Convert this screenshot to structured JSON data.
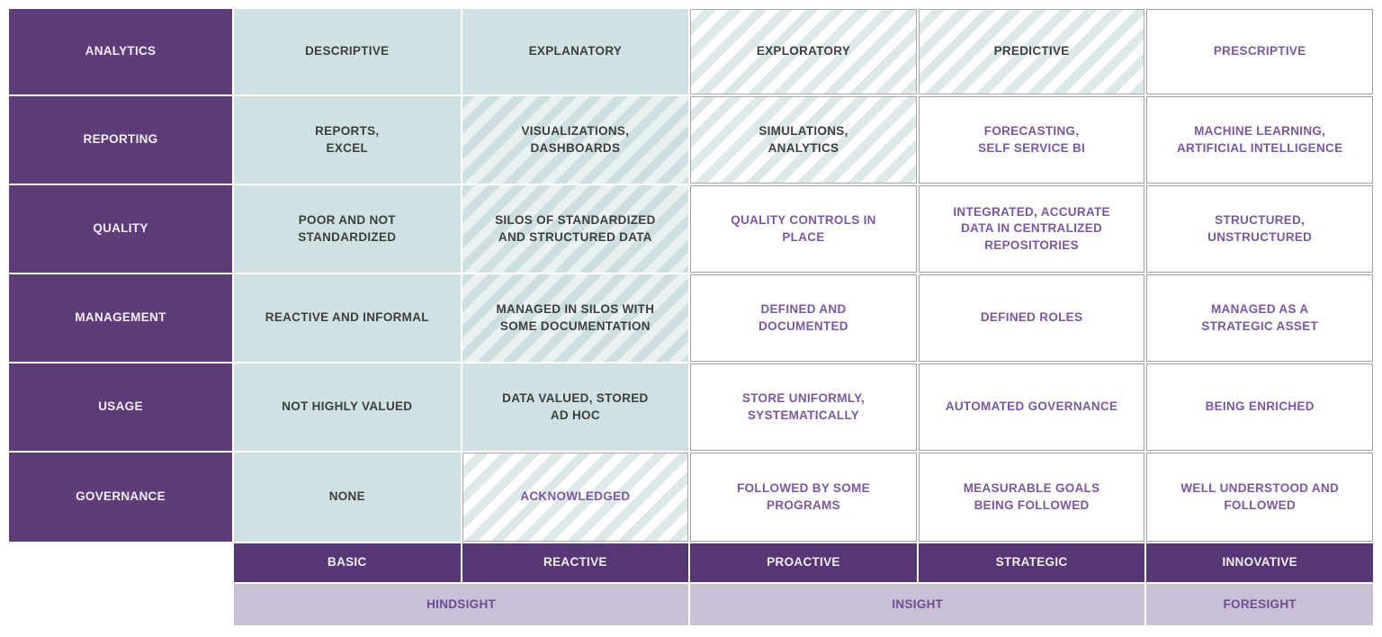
{
  "title": "Data maturity matrix",
  "colors": {
    "header_purple": "#5e3c77",
    "level_purple": "#573773",
    "horizon_lavender": "#c9c0d5",
    "solid_teal": "#cfe1e2",
    "stripe_teal_a": "#cddfe0",
    "stripe_teal_b": "#e9f1f1",
    "stripe_light_a": "#ffffff",
    "stripe_light_b": "#dde8e8",
    "dark_text": "#3c3f40",
    "purple_text": "#7a58a3",
    "white_text": "#f2edf7",
    "cell_border": "#a0a0a0"
  },
  "matrix": {
    "rows": [
      {
        "header": "ANALYTICS",
        "cells": [
          {
            "text": "DESCRIPTIVE",
            "bg": "teal",
            "fg": "dark"
          },
          {
            "text": "EXPLANATORY",
            "bg": "teal",
            "fg": "dark"
          },
          {
            "text": "EXPLORATORY",
            "bg": "stripe-light",
            "fg": "dark"
          },
          {
            "text": "PREDICTIVE",
            "bg": "stripe-light",
            "fg": "dark"
          },
          {
            "text": "PRESCRIPTIVE",
            "bg": "white",
            "fg": "purple"
          }
        ]
      },
      {
        "header": "REPORTING",
        "cells": [
          {
            "text": "REPORTS,\nEXCEL",
            "bg": "teal",
            "fg": "dark"
          },
          {
            "text": "VISUALIZATIONS,\nDASHBOARDS",
            "bg": "stripe-teal",
            "fg": "dark"
          },
          {
            "text": "SIMULATIONS,\nANALYTICS",
            "bg": "stripe-light",
            "fg": "dark"
          },
          {
            "text": "FORECASTING,\nSELF SERVICE BI",
            "bg": "white",
            "fg": "purple"
          },
          {
            "text": "MACHINE LEARNING,\nARTIFICIAL INTELLIGENCE",
            "bg": "white",
            "fg": "purple"
          }
        ]
      },
      {
        "header": "QUALITY",
        "cells": [
          {
            "text": "POOR AND NOT\nSTANDARDIZED",
            "bg": "teal",
            "fg": "dark"
          },
          {
            "text": "SILOS OF STANDARDIZED\nAND STRUCTURED DATA",
            "bg": "stripe-teal",
            "fg": "dark"
          },
          {
            "text": "QUALITY CONTROLS IN\nPLACE",
            "bg": "white",
            "fg": "purple"
          },
          {
            "text": "INTEGRATED, ACCURATE\nDATA IN CENTRALIZED\nREPOSITORIES",
            "bg": "white",
            "fg": "purple"
          },
          {
            "text": "STRUCTURED,\nUNSTRUCTURED",
            "bg": "white",
            "fg": "purple"
          }
        ]
      },
      {
        "header": "MANAGEMENT",
        "cells": [
          {
            "text": "REACTIVE AND INFORMAL",
            "bg": "teal",
            "fg": "dark"
          },
          {
            "text": "MANAGED IN SILOS WITH\nSOME DOCUMENTATION",
            "bg": "stripe-teal",
            "fg": "dark"
          },
          {
            "text": "DEFINED AND\nDOCUMENTED",
            "bg": "white",
            "fg": "purple"
          },
          {
            "text": "DEFINED ROLES",
            "bg": "white",
            "fg": "purple"
          },
          {
            "text": "MANAGED AS A\nSTRATEGIC ASSET",
            "bg": "white",
            "fg": "purple"
          }
        ]
      },
      {
        "header": "USAGE",
        "cells": [
          {
            "text": "NOT HIGHLY VALUED",
            "bg": "teal",
            "fg": "dark"
          },
          {
            "text": "DATA VALUED, STORED\nAD HOC",
            "bg": "teal",
            "fg": "dark"
          },
          {
            "text": "STORE UNIFORMLY,\nSYSTEMATICALLY",
            "bg": "white",
            "fg": "purple"
          },
          {
            "text": "AUTOMATED GOVERNANCE",
            "bg": "white",
            "fg": "purple"
          },
          {
            "text": "BEING ENRICHED",
            "bg": "white",
            "fg": "purple"
          }
        ]
      },
      {
        "header": "GOVERNANCE",
        "cells": [
          {
            "text": "NONE",
            "bg": "teal",
            "fg": "dark"
          },
          {
            "text": "ACKNOWLEDGED",
            "bg": "stripe-light",
            "fg": "purple"
          },
          {
            "text": "FOLLOWED BY SOME\nPROGRAMS",
            "bg": "white",
            "fg": "purple"
          },
          {
            "text": "MEASURABLE GOALS\nBEING FOLLOWED",
            "bg": "white",
            "fg": "purple"
          },
          {
            "text": "WELL UNDERSTOOD AND\nFOLLOWED",
            "bg": "white",
            "fg": "purple"
          }
        ]
      }
    ],
    "levels": [
      "BASIC",
      "REACTIVE",
      "PROACTIVE",
      "STRATEGIC",
      "INNOVATIVE"
    ],
    "horizons": [
      {
        "label": "HINDSIGHT",
        "span": 2
      },
      {
        "label": "INSIGHT",
        "span": 2
      },
      {
        "label": "FORESIGHT",
        "span": 1
      }
    ]
  }
}
